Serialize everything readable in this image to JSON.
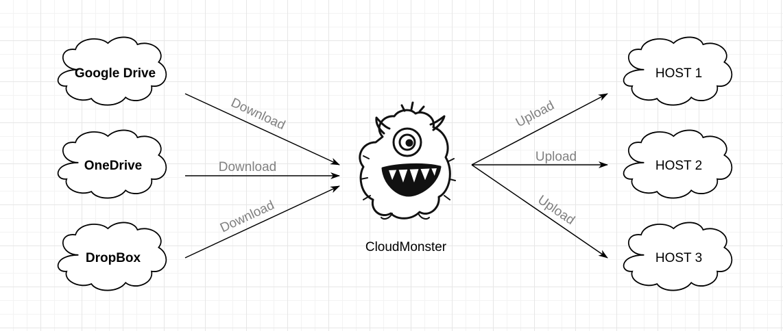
{
  "sources": [
    {
      "label": "Google Drive",
      "edge_label": "Download"
    },
    {
      "label": "OneDrive",
      "edge_label": "Download"
    },
    {
      "label": "DropBox",
      "edge_label": "Download"
    }
  ],
  "center": {
    "label": "CloudMonster",
    "icon": "monster-icon"
  },
  "targets": [
    {
      "label": "HOST 1",
      "edge_label": "Upload"
    },
    {
      "label": "HOST 2",
      "edge_label": "Upload"
    },
    {
      "label": "HOST 3",
      "edge_label": "Upload"
    }
  ],
  "colors": {
    "edge_label": "#808080",
    "stroke": "#000000"
  }
}
